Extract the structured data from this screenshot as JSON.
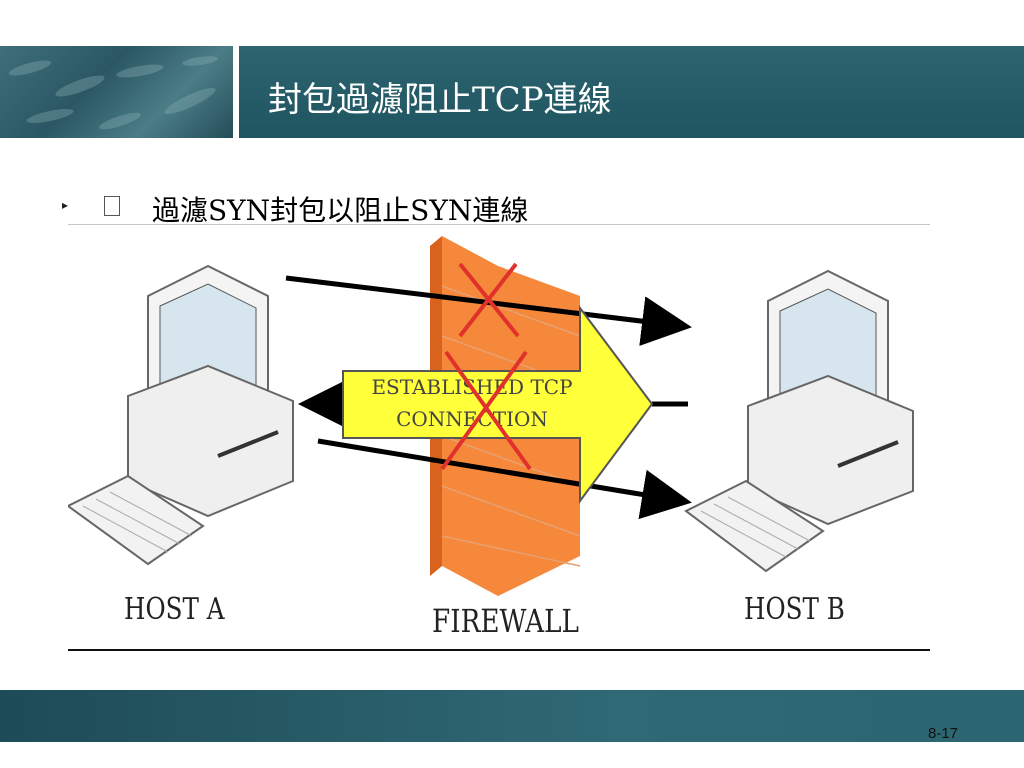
{
  "slide": {
    "title": "封包過濾阻止TCP連線",
    "bullet": "過濾SYN封包以阻止SYN連線",
    "page_number": "8-17"
  },
  "diagram": {
    "host_a": "HOST A",
    "host_b": "HOST B",
    "firewall": "FIREWALL",
    "arrow_text_line1": "ESTABLISHED TCP",
    "arrow_text_line2": "CONNECTION"
  },
  "colors": {
    "header": "#24606b",
    "firewall": "#f07a2c",
    "arrow": "#ffff33",
    "cross": "#e0322a"
  }
}
